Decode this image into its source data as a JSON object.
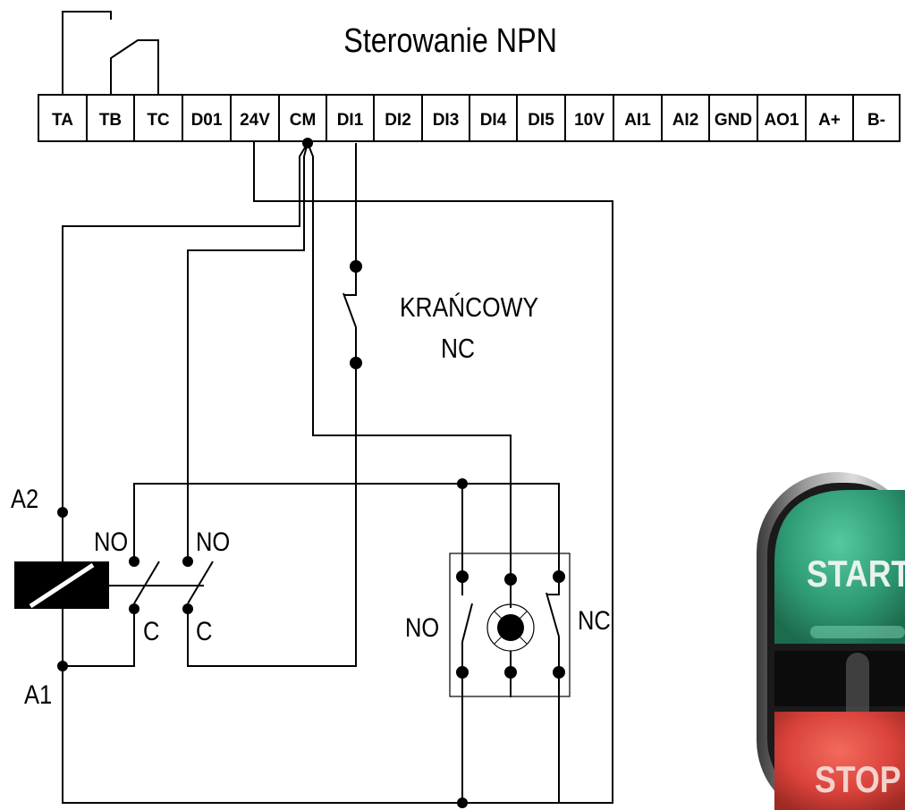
{
  "title": "Sterowanie NPN",
  "terminals": [
    "TA",
    "TB",
    "TC",
    "D01",
    "24V",
    "CM",
    "DI1",
    "DI2",
    "DI3",
    "DI4",
    "DI5",
    "10V",
    "AI1",
    "AI2",
    "GND",
    "AO1",
    "A+",
    "B-"
  ],
  "limit_switch": {
    "name": "KRAŃCOWY",
    "type": "NC"
  },
  "relay": {
    "coil_top": "A2",
    "coil_bottom": "A1",
    "contact_no": "NO",
    "contact_c": "C"
  },
  "pushbutton": {
    "left_contact": "NO",
    "right_contact": "NC"
  },
  "button_photo": {
    "start_label": "START",
    "stop_label": "STOP",
    "start_color": "#2e9a73",
    "stop_color": "#d9423b"
  }
}
